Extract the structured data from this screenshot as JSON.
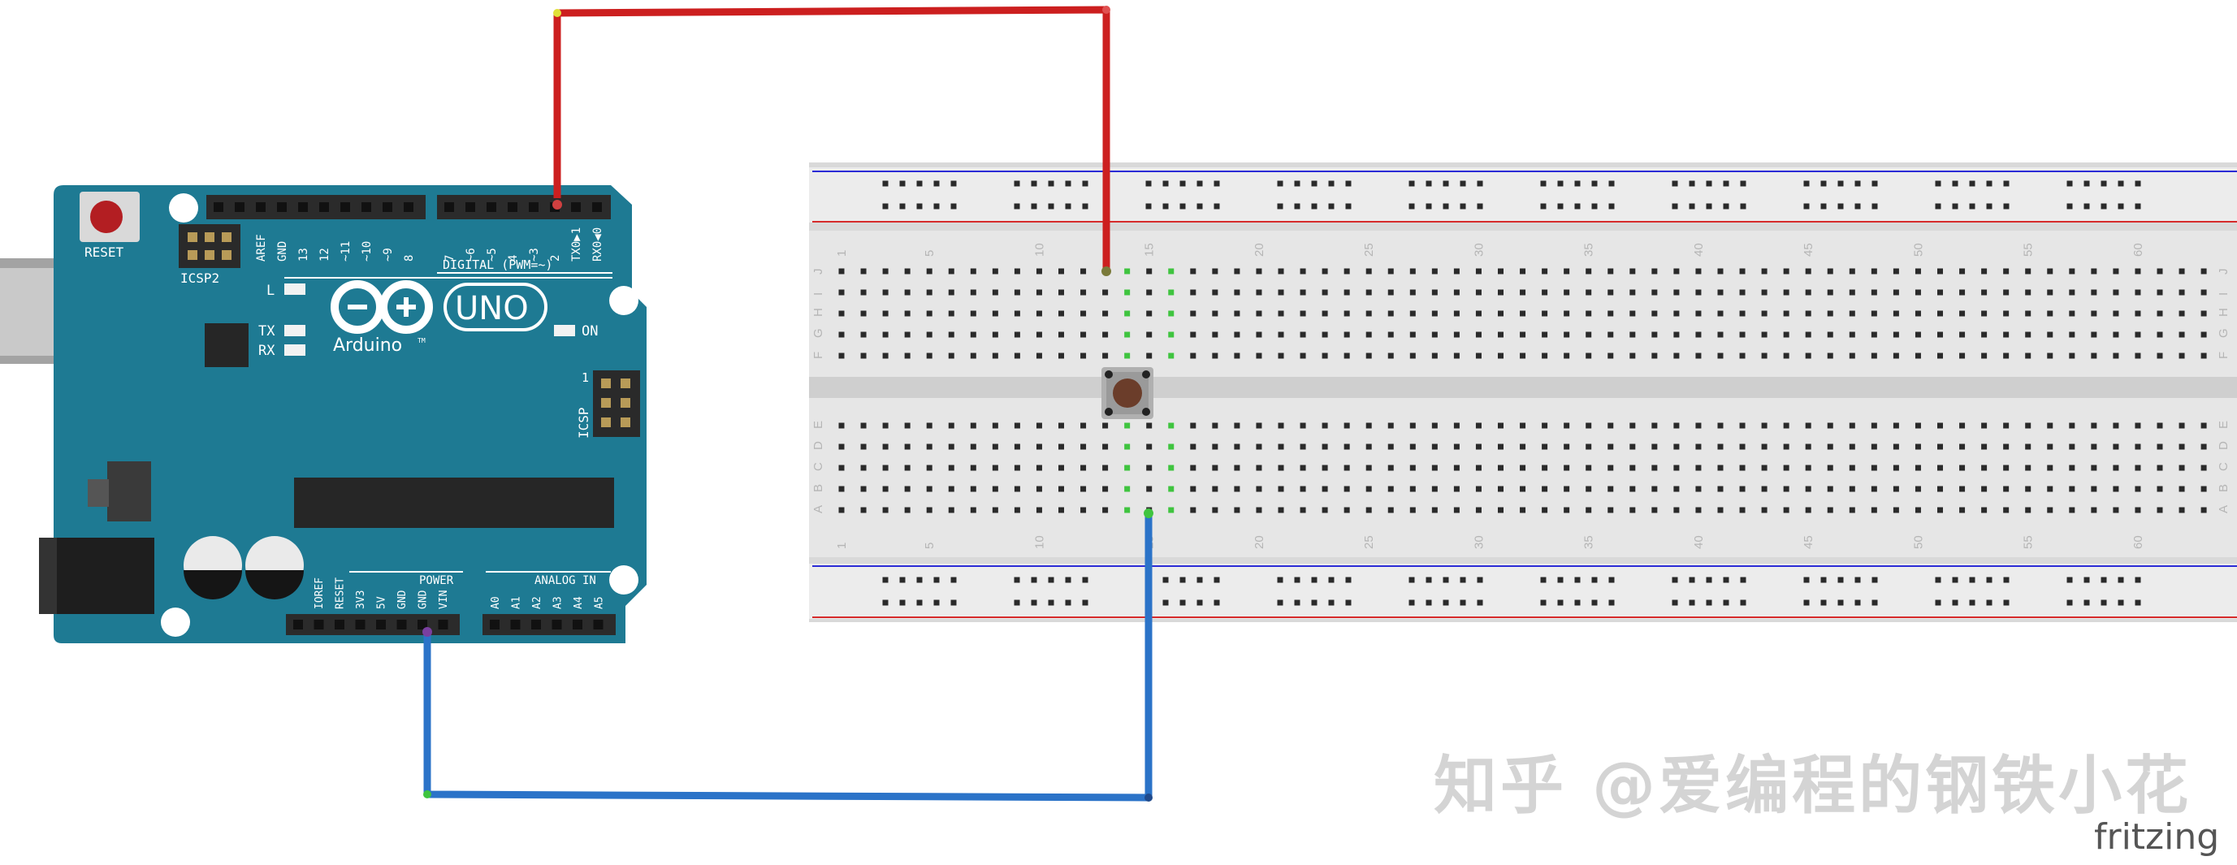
{
  "arduino": {
    "reset_label": "RESET",
    "icsp2_label": "ICSP2",
    "icsp_label": "ICSP",
    "icsp_pin1": "1",
    "digital_label": "DIGITAL (PWM=~)",
    "digital_pins": [
      "AREF",
      "GND",
      "13",
      "12",
      "~11",
      "~10",
      "~9",
      "8",
      "7",
      "~6",
      "~5",
      "4",
      "~3",
      "2",
      "TX0▶1",
      "RX0◀0"
    ],
    "l_label": "L",
    "tx_label": "TX",
    "rx_label": "RX",
    "on_label": "ON",
    "logo_text": "UNO",
    "brand_text": "Arduino",
    "tm": "TM",
    "power_label": "POWER",
    "power_pins": [
      "IOREF",
      "RESET",
      "3V3",
      "5V",
      "GND",
      "GND",
      "VIN"
    ],
    "analog_label": "ANALOG IN",
    "analog_pins": [
      "A0",
      "A1",
      "A2",
      "A3",
      "A4",
      "A5"
    ]
  },
  "breadboard": {
    "row_letters_top": [
      "J",
      "I",
      "H",
      "G",
      "F"
    ],
    "row_letters_bottom": [
      "E",
      "D",
      "C",
      "B",
      "A"
    ],
    "column_numbers": [
      "1",
      "5",
      "10",
      "15",
      "20",
      "25",
      "30",
      "35",
      "40",
      "45",
      "50",
      "55",
      "60"
    ]
  },
  "watermark": "知乎 @爱编程的钢铁小花",
  "brand": "fritzing",
  "colors": {
    "board": "#1e7a93",
    "red_wire": "#cc1f1f",
    "blue_wire": "#2b73c8",
    "highlight": "#3fc43f"
  }
}
